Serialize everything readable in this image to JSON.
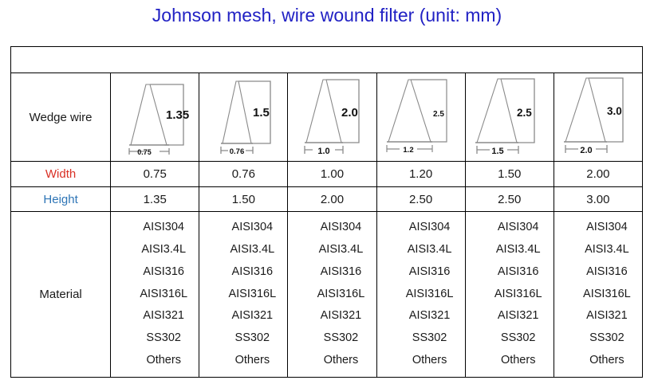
{
  "title": "Johnson mesh, wire wound filter (unit: mm)",
  "colors": {
    "title": "#2121c4",
    "width_row": "#d93025",
    "height_row": "#2e75b6",
    "text": "#1a1a1a",
    "border": "#000000",
    "drawing_line": "#8a8a8a"
  },
  "table": {
    "blank_header_row": "",
    "rows": {
      "wedge_label": "Wedge wire",
      "width_label": "Width",
      "height_label": "Height",
      "material_label": "Material"
    },
    "columns": [
      {
        "index": 1,
        "wedge_height_label": "1.35",
        "wedge_width_label": "0.75",
        "label_size": "large",
        "width": "0.75",
        "height": "1.35"
      },
      {
        "index": 2,
        "wedge_height_label": "1.5",
        "wedge_width_label": "0.76",
        "label_size": "large",
        "width": "0.76",
        "height": "1.50"
      },
      {
        "index": 3,
        "wedge_height_label": "2.0",
        "wedge_width_label": "1.0",
        "label_size": "large",
        "width": "1.00",
        "height": "2.00"
      },
      {
        "index": 4,
        "wedge_height_label": "2.5",
        "wedge_width_label": "1.2",
        "label_size": "small",
        "width": "1.20",
        "height": "2.50"
      },
      {
        "index": 5,
        "wedge_height_label": "2.5",
        "wedge_width_label": "1.5",
        "label_size": "medium",
        "width": "1.50",
        "height": "2.50"
      },
      {
        "index": 6,
        "wedge_height_label": "3.0",
        "wedge_width_label": "2.0",
        "label_size": "medium",
        "width": "2.00",
        "height": "3.00"
      }
    ],
    "materials": [
      "AISI304",
      "AISI3.4L",
      "AISI316",
      "AISI316L",
      "AISI321",
      "SS302",
      "Others"
    ]
  }
}
